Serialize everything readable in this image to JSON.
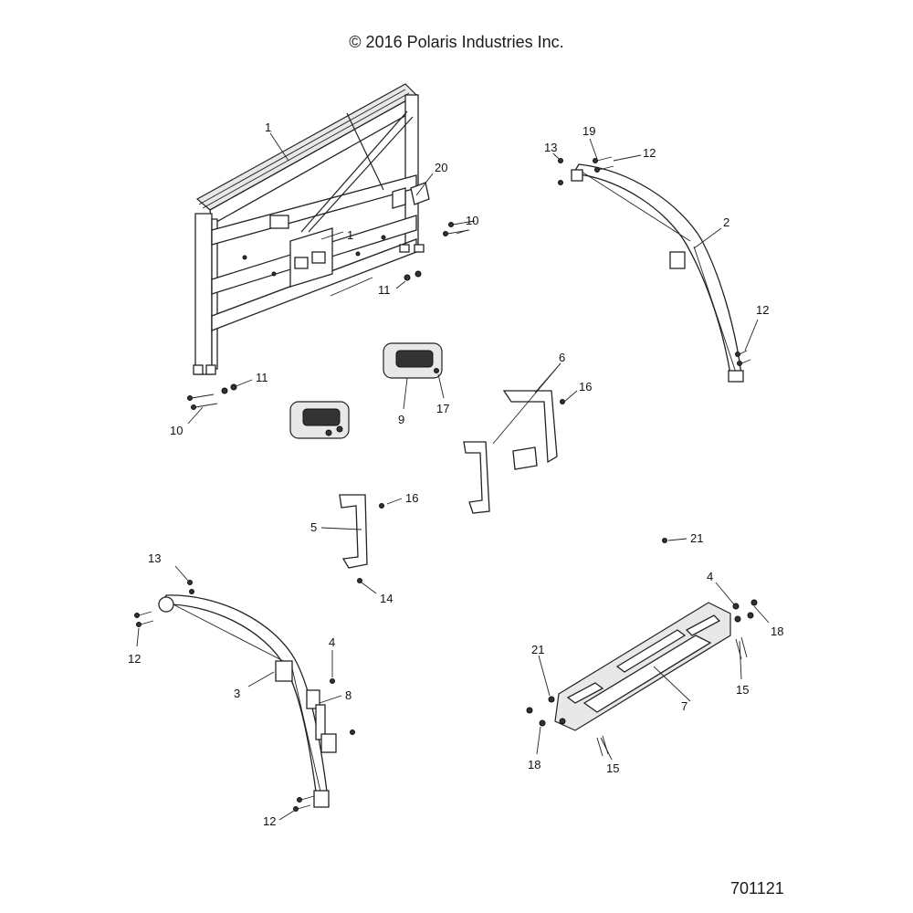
{
  "copyright": "© 2016 Polaris Industries Inc.",
  "doc_number": "701121",
  "callouts": {
    "c1a": "1",
    "c1b": "1",
    "c2": "2",
    "c3": "3",
    "c4a": "4",
    "c4b": "4",
    "c5": "5",
    "c6": "6",
    "c7": "7",
    "c8": "8",
    "c9": "9",
    "c10a": "10",
    "c10b": "10",
    "c11a": "11",
    "c11b": "11",
    "c12a": "12",
    "c12b": "12",
    "c12c": "12",
    "c12d": "12",
    "c13a": "13",
    "c13b": "13",
    "c14": "14",
    "c15a": "15",
    "c15b": "15",
    "c16a": "16",
    "c16b": "16",
    "c17": "17",
    "c18a": "18",
    "c18b": "18",
    "c19": "19",
    "c20": "20",
    "c21a": "21",
    "c21b": "21"
  }
}
